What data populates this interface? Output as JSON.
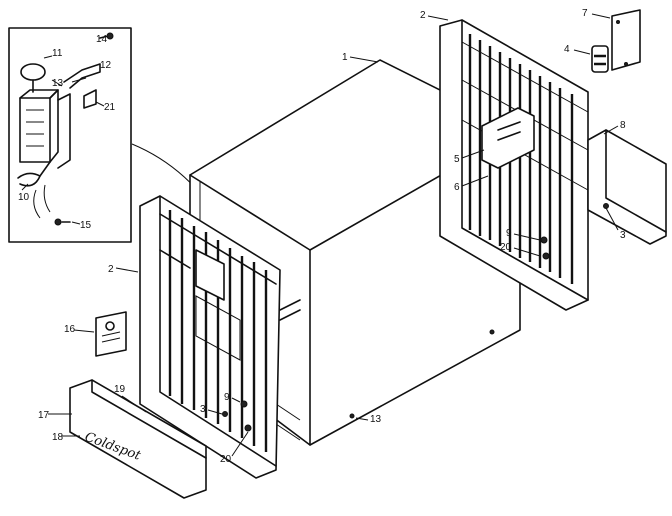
{
  "diagram": {
    "callouts": {
      "c1": "1",
      "c2_top": "2",
      "c2_left": "2",
      "c3_right": "3",
      "c3_front": "3",
      "c4": "4",
      "c5": "5",
      "c6": "6",
      "c7": "7",
      "c8": "8",
      "c9_right": "9",
      "c9_front": "9",
      "c10": "10",
      "c11": "11",
      "c12": "12",
      "c13_inset": "13",
      "c13_bottom": "13",
      "c14": "14",
      "c15": "15",
      "c16": "16",
      "c17": "17",
      "c18": "18",
      "c19": "19",
      "c20_right": "20",
      "c20_front": "20",
      "c21": "21"
    },
    "brand_script": "Coldspot"
  }
}
